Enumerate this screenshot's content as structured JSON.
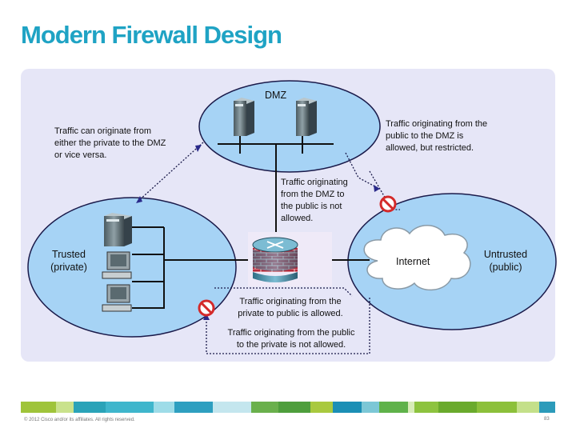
{
  "slide": {
    "title": "Modern Firewall Design"
  },
  "zones": {
    "dmz": {
      "label": "DMZ"
    },
    "trusted": {
      "label_line1": "Trusted",
      "label_line2": "(private)"
    },
    "untrusted": {
      "label_line1": "Untrusted",
      "label_line2": "(public)"
    },
    "internet": {
      "label": "Internet"
    }
  },
  "annotations": {
    "private_dmz": [
      "Traffic can originate from",
      "either the private to the DMZ",
      "or vice versa."
    ],
    "public_dmz": [
      "Traffic originating from the",
      "public to the DMZ is",
      "allowed, but restricted."
    ],
    "dmz_public": [
      "Traffic originating",
      "from the DMZ to",
      "the public is not",
      "allowed."
    ],
    "private_public": [
      "Traffic originating from the",
      "private to public is allowed."
    ],
    "public_private": [
      "Traffic originating from the public",
      "to the private is not allowed."
    ]
  },
  "footer": {
    "copyright": "© 2012 Cisco and/or its affiliates. All rights reserved.",
    "page_number": "83"
  },
  "colors": {
    "title": "#1fa3c4",
    "zone_fill": "#a6d3f5",
    "zone_stroke": "#1a1a4a",
    "diagram_background": "#e6e6f7",
    "firewall_brick": "#b5283a",
    "forbidden_sign": "#d42a2a",
    "arrow": "#2a2a8a"
  },
  "icons": [
    "server-icon",
    "workstation-icon",
    "firewall-router-icon",
    "cloud-icon",
    "no-entry-icon",
    "arrowhead-icon"
  ]
}
